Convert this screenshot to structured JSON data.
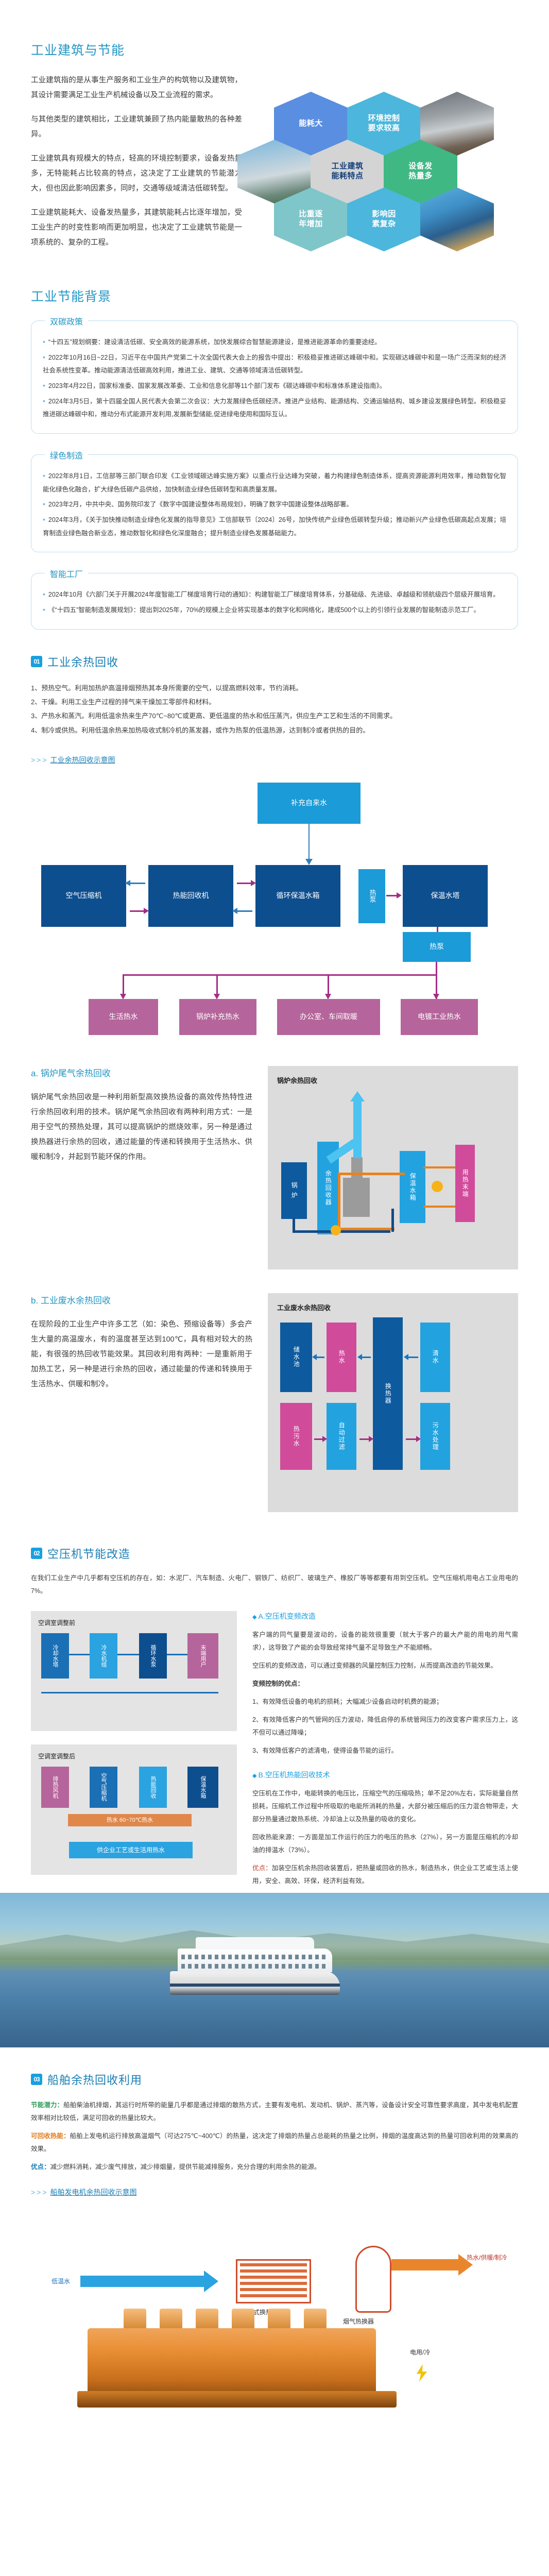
{
  "hero": {
    "title": "工业建筑与节能",
    "paragraphs": [
      "工业建筑指的是从事生产服务和工业生产的构筑物以及建筑物，其设计需要满足工业生产机械设备以及工业流程的需求。",
      "与其他类型的建筑相比，工业建筑兼顾了热内能量散热的各种差异。",
      "工业建筑具有规模大的特点，轻高的环境控制要求，设备发热量多，无特能耗占比较高的特点，这决定了工业建筑的节能潜力大，但也因此影响因素多，同时，交通等级域清洁低碳转型。",
      "工业建筑能耗大、设备发热量多，其建筑能耗占比逐年增加，受工业生产的时变性影响而更加明显，也决定了工业建筑节能是一项系统的、复杂的工程。"
    ],
    "hexagons": [
      {
        "label": "能耗大",
        "type": "solid",
        "color": "#5a8ee0"
      },
      {
        "label": "环境控制\n要求较高",
        "type": "solid",
        "color": "#4cb6dc"
      },
      {
        "label": "",
        "type": "photo",
        "photo": "smokestack-photo"
      },
      {
        "label": "",
        "type": "photo",
        "photo": "power-tower-photo"
      },
      {
        "label": "工业建筑\n能耗特点",
        "type": "center",
        "color": "#d4d4d4"
      },
      {
        "label": "设备发\n热量多",
        "type": "solid",
        "color": "#3fb884"
      },
      {
        "label": "比重逐\n年增加",
        "type": "solid",
        "color": "#7fc6ca"
      },
      {
        "label": "影响因\n素复杂",
        "type": "solid",
        "color": "#4cb6dc"
      },
      {
        "label": "",
        "type": "photo",
        "photo": "refinery-photo"
      }
    ]
  },
  "background": {
    "title": "工业节能背景",
    "cards": [
      {
        "legend": "双碳政策",
        "bullets": [
          "“十四五”规划纲要：建设清洁低碳、安全高效的能源系统，加快发展综合智慧能源建设，是推进能源革命的重要途经。",
          "2022年10月16日~22日，习近平在中国共产党第二十次全国代表大会上的报告中提出：积极稳妥推进碳达峰碳中和。实现碳达峰碳中和是一场广泛而深刻的经济社会系统性变革。推动能源清洁低碳高效利用，推进工业、建筑、交通等领域清洁低碳转型。",
          "2023年4月22日，国家标准委、国家发展改革委、工业和信息化部等11个部门发布《碳达峰碳中和标准体系建设指南》。",
          "2024年3月5日，第十四届全国人民代表大会第二次会议：大力发展绿色低碳经济。推进产业结构、能源结构、交通运输结构、城乡建设发展绿色转型。积极稳妥推进碳达峰碳中和，推动分布式能源开发利用,发展新型储能,促进绿电使用和国际互认。"
        ]
      },
      {
        "legend": "绿色制造",
        "bullets": [
          "2022年8月1日，工信部等三部门联合印发《工业领域碳达峰实施方案》以重点行业达峰为突破，着力构建绿色制造体系，提高资源能源利用效率，推动数智化智能化绿色化融合，扩大绿色低碳产品供给，加快制造业绿色低碳转型和高质量发展。",
          "2023年2月，中共中央、国务院印发了《数字中国建设整体布局规划》，明确了数字中国建设整体战略部署。",
          "2024年3月，《关于加快推动制造业绿色化发展的指导意见》工信部联节〔2024〕26号，加快传统产业绿色低碳转型升级；推动新兴产业绿色低碳高起点发展；培育制造业绿色融合新业态，推动数智化和绿色化深度融合；提升制造业绿色发展基础能力。"
        ]
      },
      {
        "legend": "智能工厂",
        "bullets": [
          "2024年10月《六部门关于开展2024年度智能工厂梯度培育行动的通知》：构建智能工厂梯度培育体系，分基础级、先进级、卓越级和领航级四个层级开展培育。",
          "《“十四五”智能制造发展规划》：提出到2025年，70%的规模上企业将实现基本的数字化和网络化，建成500个以上的引领行业发展的智能制造示范工厂。"
        ]
      }
    ]
  },
  "waste_heat": {
    "badge": "01",
    "title": "工业余热回收",
    "items": [
      "1、预热空气。利用加热炉高温排烟预热其本身所需要的空气，以提高燃料效率，节约消耗。",
      "2、干燥。利用工业生产过程的排气来干燥加工零部件和材料。",
      "3、产热水和蒸汽。利用低温余热来生产70℃~80℃或更高、更低温度的热水和低压蒸汽，供应生产工艺和生活的不同需求。",
      "4、制冷或供热。利用低温余热来加热吸收式制冷机的蒸发器，或作为热泵的低温热源，达到制冷或者供热的目的。"
    ],
    "diagram_caption": "工业余热回收示意图",
    "diagram": {
      "top_box": "补充自来水",
      "row": [
        "空气压缩机",
        "热能回收机",
        "循环保温水箱",
        "热泵",
        "保温水塔"
      ],
      "pump": "热泵",
      "outputs": [
        "生活热水",
        "锅炉补充热水",
        "办公室、车间取暖",
        "电镀工业热水"
      ]
    },
    "sub_a": {
      "title": "a. 锅炉尾气余热回收",
      "text": "锅炉尾气余热回收是一种利用新型高效换热设备的高效传热特性进行余热回收利用的技术。锅炉尾气余热回收有两种利用方式：一是用于空气的预热处理，其可以提高锅炉的燃烧效率，另一种是通过换热器进行余热的回收，通过能量的传递和转换用于生活热水、供暖和制冷，并起到节能环保的作用。",
      "diagram_caption": "锅炉余热回收",
      "labels": [
        "锅 炉",
        "余热回收器",
        "保温水箱",
        "用热末端"
      ]
    },
    "sub_b": {
      "title": "b. 工业废水余热回收",
      "text": "在现阶段的工业生产中许多工艺（如：染色、预缩设备等）多会产生大量的高温废水，有的温度甚至达到100℃，具有相对较大的热能，有很强的热回收节能效果。其回收利用有两种：一是重新用于加热工艺，另一种是进行余热的回收，通过能量的传递和转换用于生活热水、供暖和制冷。",
      "diagram_caption": "工业废水余热回收",
      "labels": [
        "储水池",
        "热水",
        "换热器",
        "清水",
        "热污水",
        "自动过滤",
        "污水处理"
      ]
    }
  },
  "air_compressor": {
    "badge": "02",
    "title": "空压机节能改造",
    "intro": "在我们工业生产中几乎都有空压机的存在，如：水泥厂、汽车制造、火电厂、钢铁厂、纺织厂、玻璃生产、橡胶厂等等都要有用到空压机。空气压缩机用电占工业用电的7%。",
    "block1": {
      "title": "A.空压机变频改造",
      "paras": [
        "客户端的同气量要是波动的，设备的能效很重要（就大于客户的最大产能的用电的用气需求），这导致了产能的会导致经常排气量不足导致生产不能顺畅。",
        "空压机的变频改造，可以通过变频器的风量控制压力控制，从而提高改造的节能效果。"
      ],
      "list_title": "变频控制的优点：",
      "list": [
        "1、有效降低设备的电机的损耗；大幅减少设备启动时机费的能源；",
        "2、有效降低客户的气管网的压力波动，降低启停的系统管网压力的改变客户需求压力上，这不但可以通过降噪；",
        "3、有效降低客户的滤清电，使得设备节能的运行。"
      ]
    },
    "block2": {
      "title": "B.空压机热能回收技术",
      "paras": [
        "空压机在工作中，电能转换的电压比，压缩空气的压缩吸热；单不足20%左右，实际能量自然损耗，压缩机工作过程中所吸取的电能所消耗的热量，大部分被压缩后的压力混合物带走，大部分热量通过散热系统、冷却油上以及热量的吸收的变化。"
      ],
      "percent_line": "回收热能来源：一方面是加工作运行的压力的电压的热水（27%），另一方面是压缩机的冷却油的排温水（73%）。",
      "conclusion_label": "优点：",
      "conclusion": "加装空压机余热回收装置后，把热量或回收的热水，制造热水，供企业工艺或生活上使用，安全、高效、环保，经济利益有效。"
    }
  },
  "ship": {
    "badge": "03",
    "title": "船舶余热回收利用",
    "items": [
      {
        "tag": "节能潜力：",
        "text": "船舶柴油机排烟，其运行时所带的能量几乎都是通过排烟的散热方式，主要有发电机、发动机、锅炉、蒸汽等，设备设计安全可靠性要求高度，其中发电机配置效率相对比较低，满足可回收的热量比较大。"
      },
      {
        "tag": "可回收热能：",
        "text": "船舶上发电机运行排放高温烟气（可达275℃~400℃）的热量，这决定了排烟的热量占总能耗的热量之比例，排烟的温度高达到的热量可回收利用的效果高的效果。"
      },
      {
        "tag": "优点：",
        "text": "减少燃料消耗，减少废气排放，减少排烟量，提供节能减排服务，充分合理的利用余热的能源。"
      }
    ],
    "diagram_caption": "船舶发电机余热回收示意图",
    "diagram_labels": [
      "低温水",
      "板式换热器",
      "烟气热换器",
      "热水/供暖/制冷",
      "电用/冷"
    ]
  }
}
